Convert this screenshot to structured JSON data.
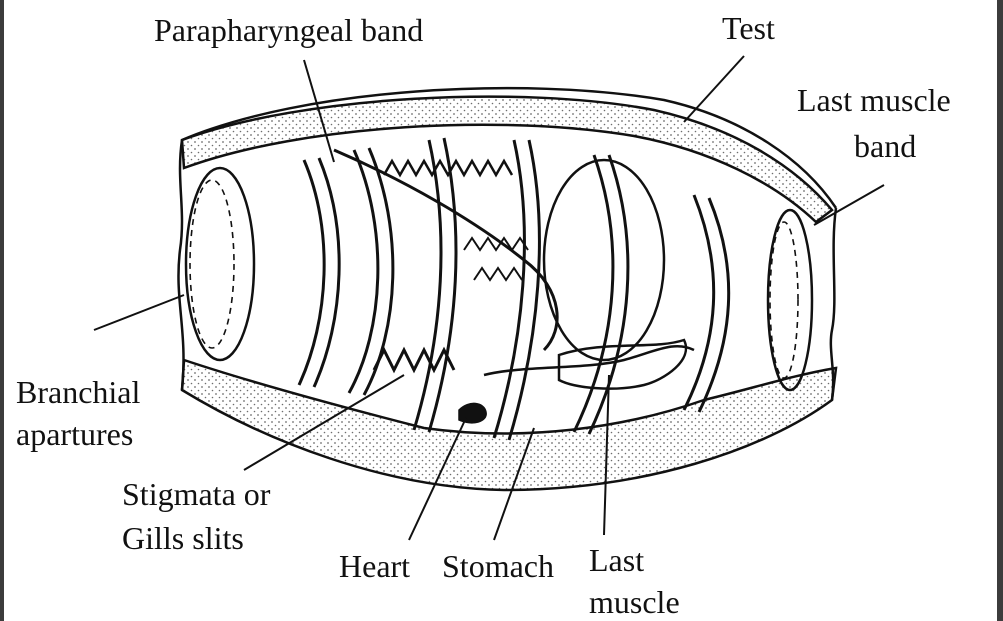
{
  "diagram": {
    "labels": {
      "parapharyngeal": "Parapharyngeal band",
      "test": "Test",
      "last_muscle_band_1": "Last muscle",
      "last_muscle_band_2": "band",
      "branchial_1": "Branchial",
      "branchial_2": "apartures",
      "stigmata_1": "Stigmata or",
      "stigmata_2": "Gills slits",
      "heart": "Heart",
      "stomach": "Stomach",
      "last_muscle_1": "Last",
      "last_muscle_2": "muscle"
    },
    "colors": {
      "background": "#ffffff",
      "ink": "#111111",
      "stipple": "#6e6e6e",
      "page_border": "#3c3c3c"
    }
  }
}
